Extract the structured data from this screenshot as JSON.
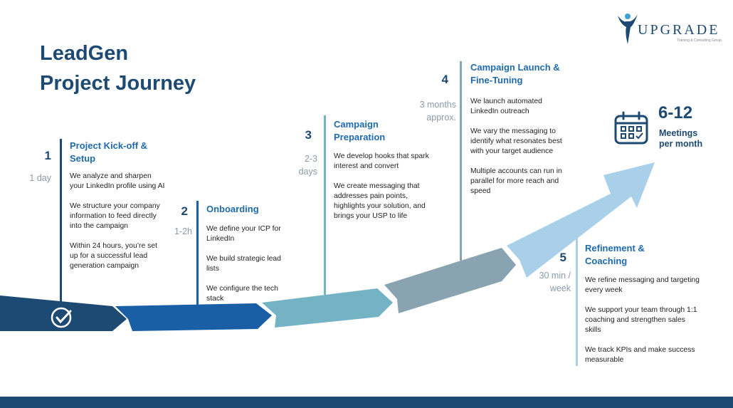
{
  "title": {
    "line1": "LeadGen",
    "line2": "Project Journey"
  },
  "logo": {
    "name": "UPGRADE",
    "tagline": "Training & Consulting Group"
  },
  "steps": [
    {
      "number": "1",
      "duration": "1 day",
      "title_line1": "Project Kick-off &",
      "title_line2": "Setup",
      "items": [
        "We analyze and sharpen your LinkedIn profile using AI",
        "We structure your company information to feed directly into the campaign",
        "Within 24 hours, you’re set up for a successful lead generation campaign"
      ]
    },
    {
      "number": "2",
      "duration": "1-2h",
      "title_line1": "Onboarding",
      "items": [
        "We define your ICP for LinkedIn",
        "We build strategic lead lists",
        "We configure the tech stack"
      ]
    },
    {
      "number": "3",
      "duration_line1": "2-3",
      "duration_line2": "days",
      "title_line1": "Campaign",
      "title_line2": "Preparation",
      "items": [
        "We develop hooks that spark interest and convert",
        "We create messaging that addresses pain points, highlights your solution, and brings your USP to life"
      ]
    },
    {
      "number": "4",
      "duration_line1": "3 months",
      "duration_line2": "approx.",
      "title_line1": "Campaign Launch &",
      "title_line2": "Fine-Tuning",
      "items": [
        "We launch automated LinkedIn outreach",
        "We vary the messaging to identify what resonates best with your target audience",
        "Multiple accounts can run in parallel for more reach and speed"
      ]
    },
    {
      "number": "5",
      "duration_line1": "30 min /",
      "duration_line2": "week",
      "title_line1": "Refinement &",
      "title_line2": "Coaching",
      "items": [
        "We refine messaging and targeting every week",
        "We support your team through 1:1 coaching and strengthen sales skills",
        "We track KPIs and make success measurable"
      ]
    }
  ],
  "result": {
    "value": "6-12",
    "label_line1": "Meetings",
    "label_line2": "per month"
  },
  "icons": {
    "start": "check-circle-icon",
    "result": "calendar-icon",
    "logo": "person-figure-icon"
  },
  "colors": {
    "navy": "#1d4a73",
    "blue": "#1a5fa6",
    "teal": "#74b3c4",
    "slate": "#8aa3b1",
    "sky": "#a9d0e8",
    "heading": "#1f6aaa"
  }
}
